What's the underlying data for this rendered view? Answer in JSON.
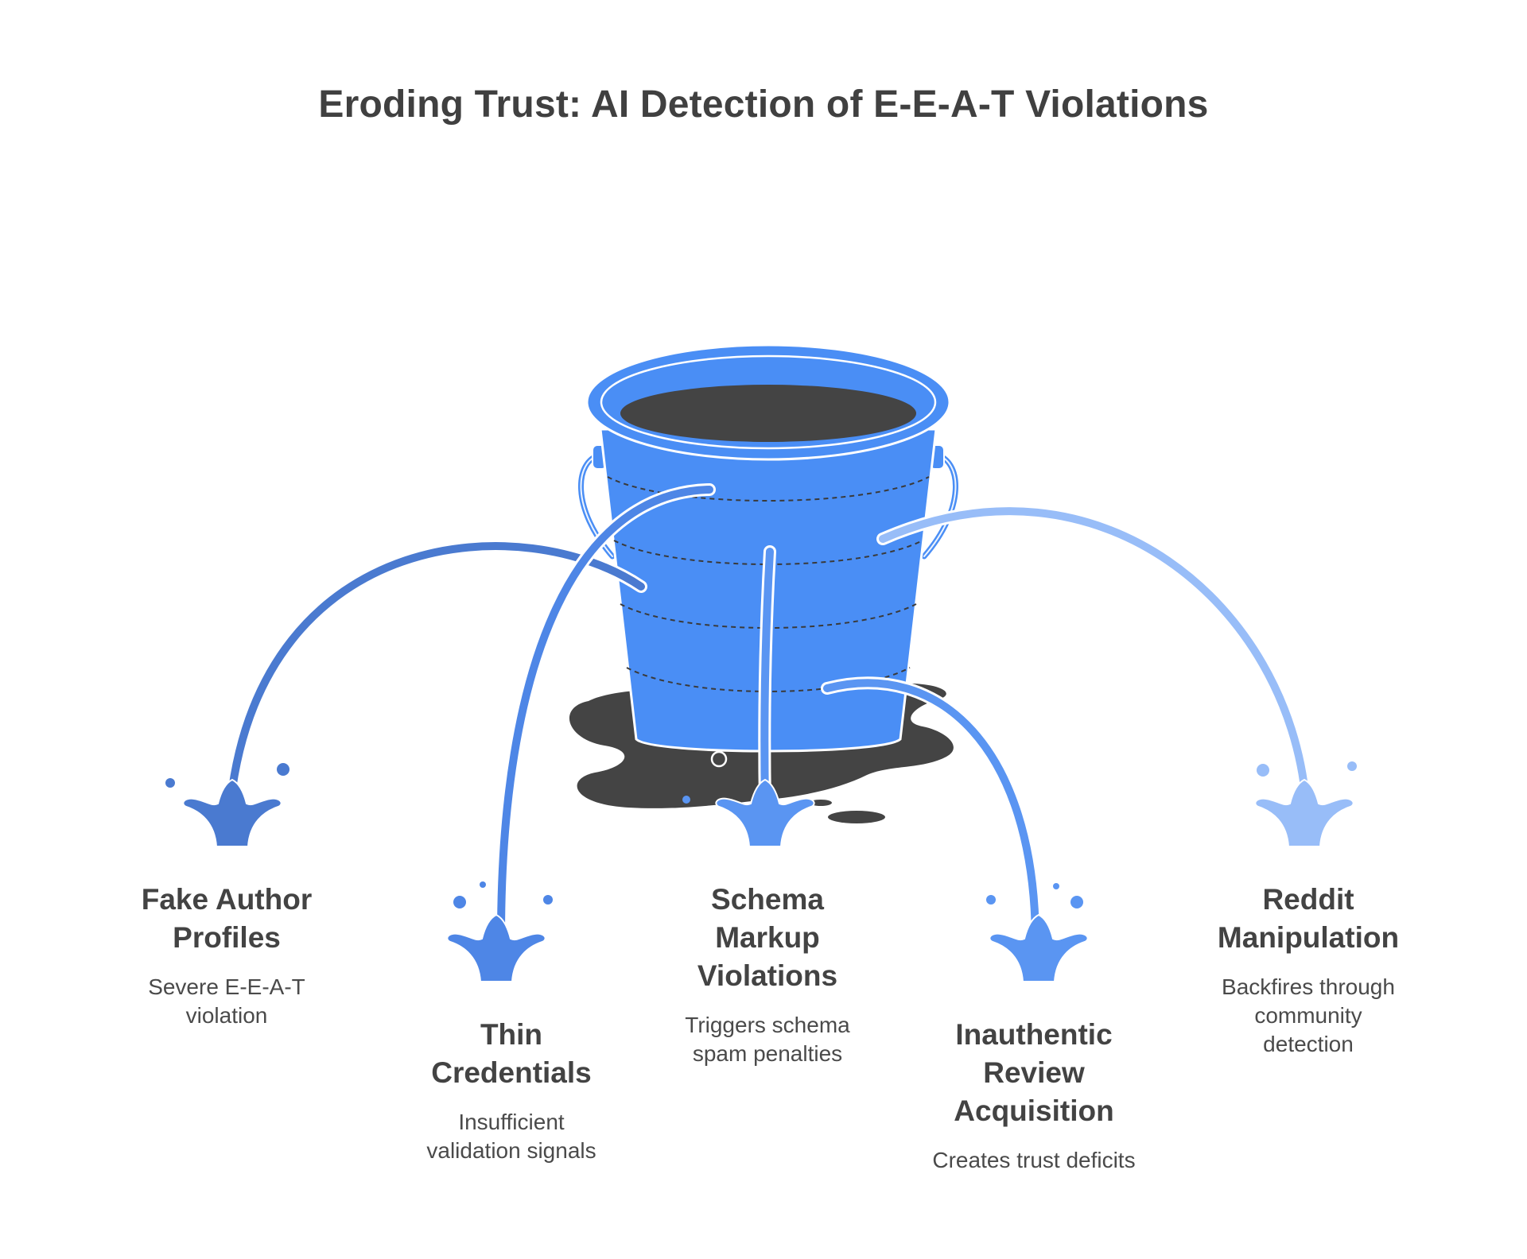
{
  "title": "Eroding Trust: AI Detection of E-E-A-T Violations",
  "colors": {
    "title": "#404040",
    "bucket_fill": "#4a8ef5",
    "puddle": "#444444",
    "stream_dark": "#4a7ad0",
    "stream_mid": "#4e86e6",
    "stream_light": "#5a95f2",
    "stream_pale": "#98bdf8"
  },
  "illustration": {
    "bucket": "bucket-icon",
    "puddle": "puddle-icon",
    "splash": "splash-icon"
  },
  "items": [
    {
      "title_lines": [
        "Fake Author",
        "Profiles"
      ],
      "desc_lines": [
        "Severe E-E-A-T",
        "violation"
      ]
    },
    {
      "title_lines": [
        "Thin",
        "Credentials"
      ],
      "desc_lines": [
        "Insufficient",
        "validation signals"
      ]
    },
    {
      "title_lines": [
        "Schema",
        "Markup",
        "Violations"
      ],
      "desc_lines": [
        "Triggers schema",
        "spam penalties"
      ]
    },
    {
      "title_lines": [
        "Inauthentic",
        "Review",
        "Acquisition"
      ],
      "desc_lines": [
        "Creates trust deficits"
      ]
    },
    {
      "title_lines": [
        "Reddit",
        "Manipulation"
      ],
      "desc_lines": [
        "Backfires through",
        "community",
        "detection"
      ]
    }
  ]
}
